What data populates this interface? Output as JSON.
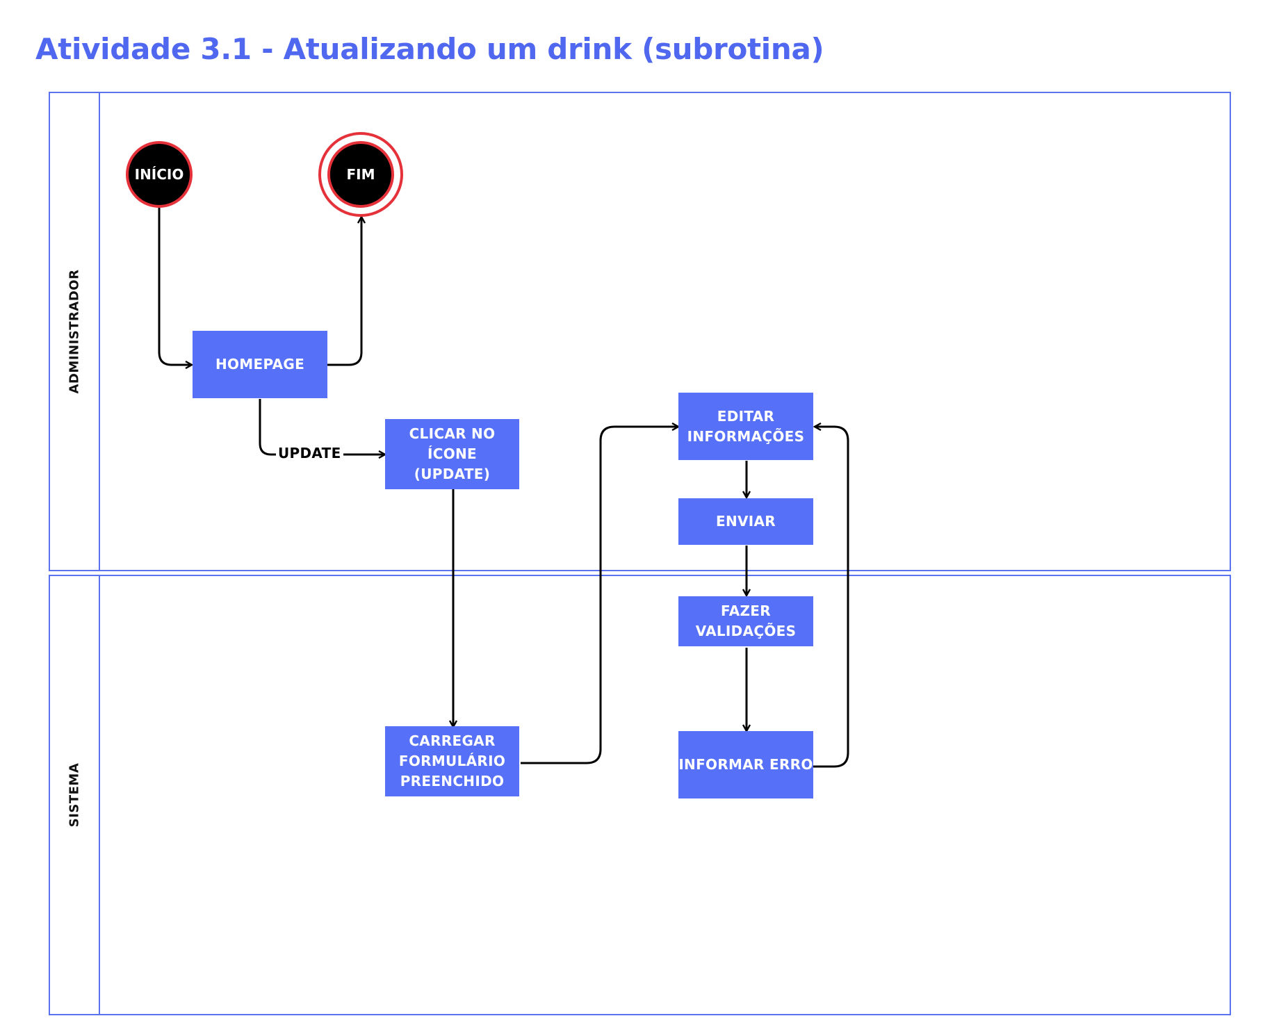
{
  "diagram": {
    "title": "Atividade 3.1 - Atualizando um drink (subrotina)",
    "lanes": {
      "admin": "ADMINISTRADOR",
      "sistema": "SISTEMA"
    },
    "events": {
      "start": "INÍCIO",
      "end": "FIM"
    },
    "tasks": {
      "homepage": "HOMEPAGE",
      "clicar_icone": "CLICAR NO\nÍCONE\n(UPDATE)",
      "carregar_formulario": "CARREGAR\nFORMULÁRIO\nPREENCHIDO",
      "editar_informacoes": "EDITAR\nINFORMAÇÕES",
      "enviar": "ENVIAR",
      "fazer_validacoes": "FAZER\nVALIDAÇÕES",
      "informar_erro": "INFORMAR ERRO"
    },
    "edge_labels": {
      "update": "UPDATE"
    },
    "colors": {
      "title": "#5068f0",
      "lane_border": "#5a72f0",
      "task_fill": "#5670f8",
      "event_border": "#e5323a",
      "event_fill": "#000000",
      "edge": "#000000"
    }
  }
}
